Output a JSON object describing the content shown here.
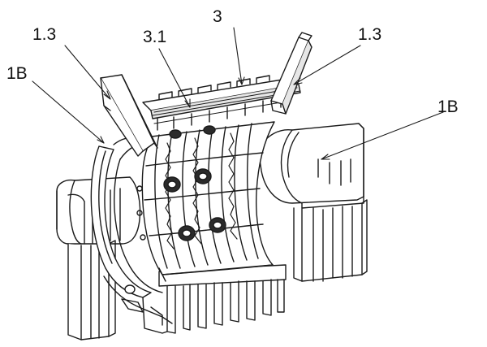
{
  "labels": {
    "l13_left": "1.3",
    "l31": "3.1",
    "l3": "3",
    "l13_right": "1.3",
    "l1b_left": "1B",
    "l1b_right": "1B"
  },
  "colors": {
    "stroke": "#1a1a1a",
    "fill": "#ffffff",
    "shade": "#e6e6e6",
    "dark": "#2b2b2b"
  }
}
